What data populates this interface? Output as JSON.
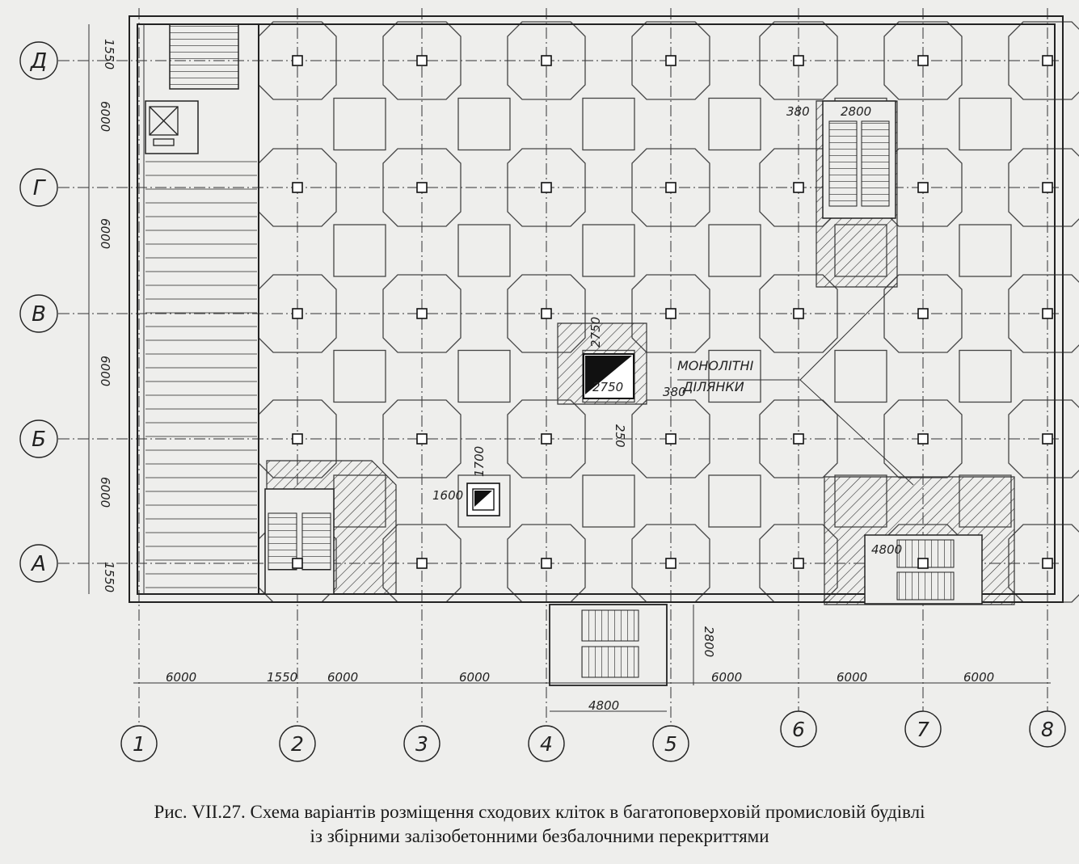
{
  "axes_letters": [
    "Д",
    "Г",
    "В",
    "Б",
    "А"
  ],
  "axes_numbers": [
    "1",
    "2",
    "3",
    "4",
    "5",
    "6",
    "7",
    "8"
  ],
  "dims_left": [
    "1550",
    "6000",
    "6000",
    "6000",
    "6000",
    "1550"
  ],
  "dims_bottom": [
    "6000",
    "1550",
    "6000",
    "6000",
    "6000",
    "6000",
    "6000"
  ],
  "stair_dims": {
    "top_right_width": "2800",
    "top_right_offset": "380",
    "bottom_right_width": "4800",
    "bottom_mid_width": "4800",
    "bottom_mid_depth": "2800"
  },
  "opening_dims": {
    "large_h": "2750",
    "large_w": "2750",
    "large_offset": "380",
    "large_gap": "250",
    "small_h": "1700",
    "small_w": "1600"
  },
  "annotation": {
    "line1": "МОНОЛІТНІ",
    "line2": "ДІЛЯНКИ"
  },
  "caption": {
    "line1": "Рис. VII.27. Схема варіантів розміщення сходових кліток в багатоповерховій промисловій будівлі",
    "line2": "із збірними залізобетонними безбалочними перекриттями"
  }
}
